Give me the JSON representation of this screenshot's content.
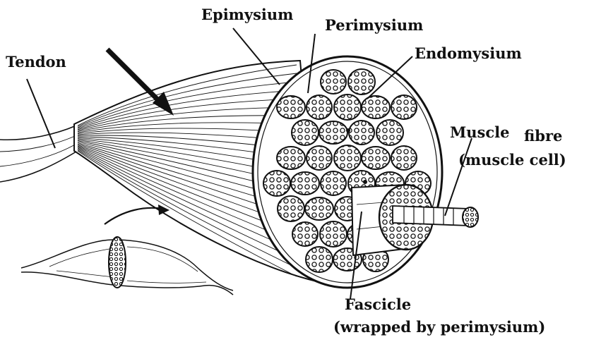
{
  "labels": {
    "tendon": "Tendon",
    "epimysium": "Epimysium",
    "perimysium": "Perimysium",
    "endomysium": "Endomysium",
    "muscle": "Muscle",
    "fibre": "fibre",
    "muscle_cell": "(muscle cell)",
    "fascicle": "Fascicle",
    "wrapped": "(wrapped by perimysium)"
  },
  "colors": {
    "ink": "#111111",
    "background": "#ffffff"
  }
}
